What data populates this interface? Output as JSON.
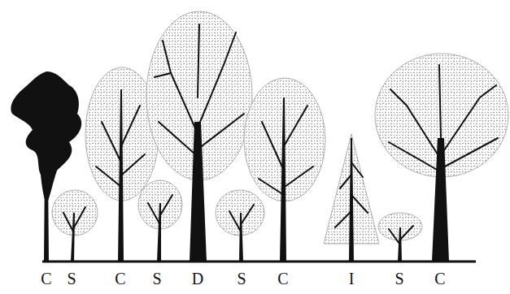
{
  "diagram": {
    "labels": [
      "C",
      "S",
      "C",
      "S",
      "D",
      "S",
      "C",
      "I",
      "S",
      "C"
    ]
  }
}
